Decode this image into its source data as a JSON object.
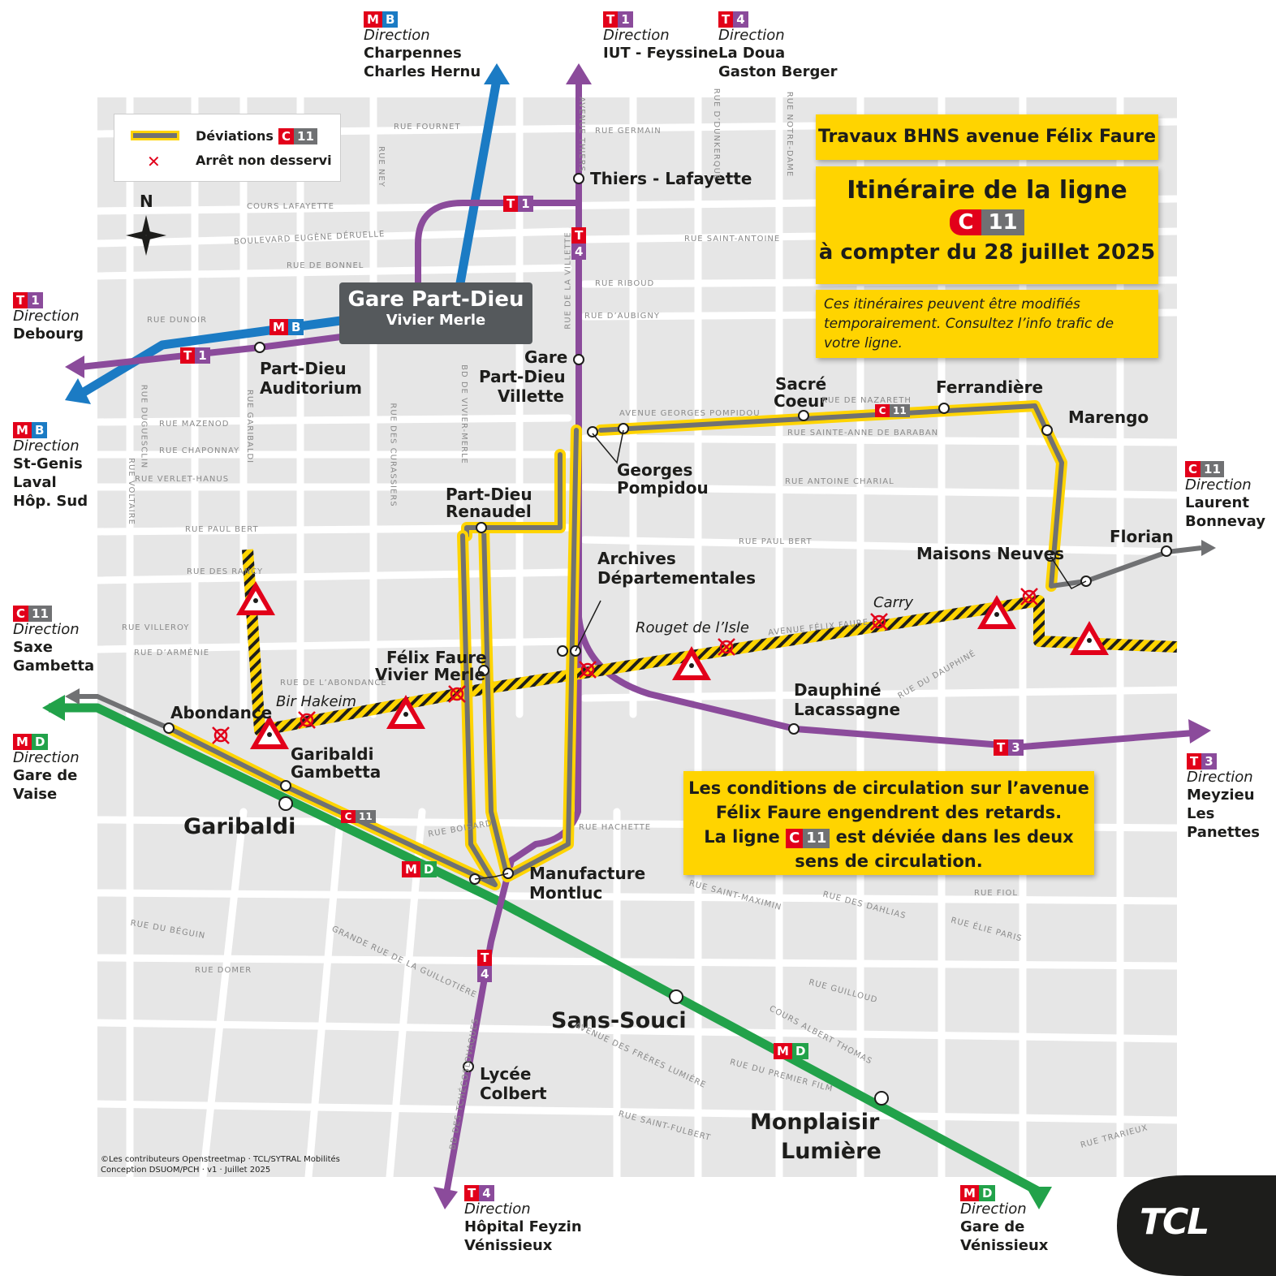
{
  "header": {
    "project": "Travaux BHNS avenue Félix Faure",
    "title": "Itinéraire de la ligne",
    "date": "à compter du 28 juillet 2025",
    "note": "Ces itinéraires peuvent être modifiés temporairement. Consultez l’info trafic de votre ligne."
  },
  "line_badge": {
    "mode": "C",
    "number": "11"
  },
  "legend": {
    "deviation": "Déviations",
    "stop_not_served": "Arrêt non desservi",
    "north": "N"
  },
  "colors": {
    "deviation_yellow": "#ffd400",
    "line_grey": "#707173",
    "tram_purple": "#8b4b9b",
    "metro_b_blue": "#1b7bc4",
    "metro_d_green": "#22a24a",
    "badge_red": "#e2001a"
  },
  "directions": {
    "mb_north": {
      "badges": [
        "M",
        "B"
      ],
      "direction": "Direction",
      "dest1": "Charpennes",
      "dest2": "Charles Hernu"
    },
    "t1_north": {
      "badges": [
        "T",
        "1"
      ],
      "direction": "Direction",
      "dest1": "IUT - Feyssine"
    },
    "t4_north": {
      "badges": [
        "T",
        "4"
      ],
      "direction": "Direction",
      "dest1": "La Doua",
      "dest2": "Gaston Berger"
    },
    "t1_west": {
      "badges": [
        "T",
        "1"
      ],
      "direction": "Direction",
      "dest1": "Debourg"
    },
    "mb_west": {
      "badges": [
        "M",
        "B"
      ],
      "direction": "Direction",
      "dest1": "St-Genis",
      "dest2": "Laval",
      "dest3": "Hôp. Sud"
    },
    "c11_west": {
      "badges": [
        "C",
        "11"
      ],
      "direction": "Direction",
      "dest1": "Saxe",
      "dest2": "Gambetta"
    },
    "md_west": {
      "badges": [
        "M",
        "D"
      ],
      "direction": "Direction",
      "dest1": "Gare de",
      "dest2": "Vaise"
    },
    "c11_east": {
      "badges": [
        "C",
        "11"
      ],
      "direction": "Direction",
      "dest1": "Laurent",
      "dest2": "Bonnevay"
    },
    "t3_east": {
      "badges": [
        "T",
        "3"
      ],
      "direction": "Direction",
      "dest1": "Meyzieu",
      "dest2": "Les",
      "dest3": "Panettes"
    },
    "t4_south": {
      "badges": [
        "T",
        "4"
      ],
      "direction": "Direction",
      "dest1": "Hôpital Feyzin",
      "dest2": "Vénissieux"
    },
    "md_south": {
      "badges": [
        "M",
        "D"
      ],
      "direction": "Direction",
      "dest1": "Gare de",
      "dest2": "Vénissieux"
    }
  },
  "hub": {
    "name": "Gare Part-Dieu",
    "sub": "Vivier Merle"
  },
  "stops": {
    "thiers": "Thiers - Lafayette",
    "auditorium1": "Part-Dieu",
    "auditorium2": "Auditorium",
    "villette1": "Gare",
    "villette2": "Part-Dieu",
    "villette3": "Villette",
    "sacre1": "Sacré",
    "sacre2": "Coeur",
    "ferrandiere": "Ferrandière",
    "marengo": "Marengo",
    "pompidou1": "Georges",
    "pompidou2": "Pompidou",
    "renaudel1": "Part-Dieu",
    "renaudel2": "Renaudel",
    "archives1": "Archives",
    "archives2": "Départementales",
    "florian": "Florian",
    "maisons": "Maisons Neuves",
    "vivier1": "Félix Faure",
    "vivier2": "Vivier Merle",
    "abondance": "Abondance",
    "garibaldi_g1": "Garibaldi",
    "garibaldi_g2": "Gambetta",
    "garibaldi": "Garibaldi",
    "dauphine1": "Dauphiné",
    "dauphine2": "Lacassagne",
    "montluc1": "Manufacture",
    "montluc2": "Montluc",
    "sanssouci": "Sans-Souci",
    "colbert1": "Lycée",
    "colbert2": "Colbert",
    "monplaisir1": "Monplaisir",
    "monplaisir2": "Lumière"
  },
  "closed_stops": {
    "carry": "Carry",
    "rouget": "Rouget de l’Isle",
    "bir": "Bir Hakeim"
  },
  "notice": {
    "line1": "Les conditions de circulation sur l’avenue",
    "line2": "Félix Faure engendrent des retards.",
    "line3a": "La ligne",
    "line3b": "est déviée dans les deux",
    "line4": "sens de circulation."
  },
  "streets": {
    "fournet": "RUE FOURNET",
    "germain": "RUE GERMAIN",
    "lafayette": "COURS LAFAYETTE",
    "deruelle": "BOULEVARD EUGÈNE DÉRUELLE",
    "bonnel": "RUE DE BONNEL",
    "antoine": "RUE SAINT-ANTOINE",
    "riboud": "RUE RIBOUD",
    "aubigny": "RUE D’AUBIGNY",
    "dunoir": "RUE DUNOIR",
    "mazenod": "RUE MAZENOD",
    "chaponnay": "RUE CHAPONNAY",
    "verlet": "RUE VERLET-HANUS",
    "paulbert_w": "RUE PAUL BERT",
    "paulbert_e": "RUE PAUL BERT",
    "rancy": "RUE DES RANCY",
    "villeroy": "RUE VILLEROY",
    "armenie": "RUE D’ARMÉNIE",
    "abondance": "RUE DE L’ABONDANCE",
    "pompidou": "AVENUE GEORGES POMPIDOU",
    "nazareth": "RUE DE NAZARETH",
    "baraban": "RUE SAINTE-ANNE DE BARABAN",
    "charial": "RUE ANTOINE CHARIAL",
    "felixfaure": "AVENUE FÉLIX FAURE",
    "dauphine": "RUE DU DAUPHINÉ",
    "hachette": "RUE HACHETTE",
    "boisard": "RUE BOISARD",
    "saintmaximin": "RUE SAINT-MAXIMIN",
    "dahlias": "RUE DES DAHLIAS",
    "eliepariss": "RUE ÉLIE PARIS",
    "fiol": "RUE FIOL",
    "beguin": "RUE DU BÉGUIN",
    "domer": "RUE DOMER",
    "guillotiere": "GRANDE RUE DE LA GUILLOTIÈRE",
    "guilloud": "RUE GUILLOUD",
    "albertthomas": "COURS ALBERT THOMAS",
    "freres": "AVENUE DES FRÈRES LUMIÈRE",
    "premierfilm": "RUE DU PREMIER FILM",
    "saintfulbert": "RUE SAINT-FULBERT",
    "trarieux": "RUE TRARIEUX",
    "duguesclin": "RUE DUGUESCLIN",
    "voltaire": "RUE VOLTAIRE",
    "garibaldi": "RUE GARIBALDI",
    "curassiers": "RUE DES CURASSIERS",
    "viviermerle": "BD DE VIVIER-MERLE",
    "villette": "RUE DE LA VILLETTE",
    "thiers": "AVENUE THIERS",
    "dunkerque": "RUE D’DUNKERQUE",
    "notredame": "RUE NOTRE-DAME",
    "ney": "RUE NEY",
    "tchecoslovaques": "BD DES TCHÉCOSLOVAQUES"
  },
  "credits": {
    "line1": "©Les contributeurs Openstreetmap · TCL/SYTRAL Mobilités",
    "line2": "Conception DSUOM/PCH · v1 · Juillet 2025"
  },
  "brand": "TCL"
}
